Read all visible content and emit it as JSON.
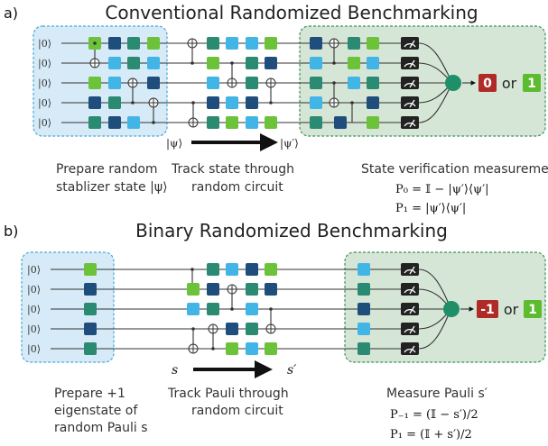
{
  "colors": {
    "prep_box": "#d6ebf7",
    "prep_border": "#4aa8d8",
    "meas_box": "#d5e6d6",
    "meas_border": "#3f8f5a",
    "gate_green": "#6cc33a",
    "gate_navy": "#1f4e7d",
    "gate_teal": "#2a8a72",
    "gate_sky": "#41b6e6",
    "node": "#1f8f6a",
    "out_red": "#b02b27",
    "out_green": "#5dbb2f",
    "wire": "#333333"
  },
  "panel_a": {
    "label": "a)",
    "title": "Conventional Randomized Benchmarking",
    "input_kets": [
      "|0⟩",
      "|0⟩",
      "|0⟩",
      "|0⟩",
      "|0⟩"
    ],
    "ket_psi": "|ψ⟩",
    "ket_psi_prime": "|ψ′⟩",
    "caption_prepare": [
      "Prepare random",
      "stablizer state |ψ⟩"
    ],
    "caption_track": [
      "Track state through",
      "random circuit"
    ],
    "caption_measure": "State verification measurement",
    "projector_0": "P₀ = 𝕀 − |ψ′⟩⟨ψ′|",
    "projector_1": "P₁ = |ψ′⟩⟨ψ′|",
    "outcome_0": "0",
    "outcome_or": "or",
    "outcome_1": "1"
  },
  "panel_b": {
    "label": "b)",
    "title": "Binary Randomized Benchmarking",
    "input_kets": [
      "|0⟩",
      "|0⟩",
      "|0⟩",
      "|0⟩",
      "|0⟩"
    ],
    "sym_s": "s",
    "sym_s_prime": "s′",
    "caption_prepare": [
      "Prepare +1",
      "eigenstate of",
      "random Pauli s"
    ],
    "caption_track": [
      "Track Pauli through",
      "random circuit"
    ],
    "caption_measure": "Measure Pauli s′",
    "projector_minus": "P₋₁ = (𝕀 − s′)/2",
    "projector_plus": "P₁ = (𝕀 + s′)/2",
    "outcome_0": "-1",
    "outcome_or": "or",
    "outcome_1": "1"
  }
}
